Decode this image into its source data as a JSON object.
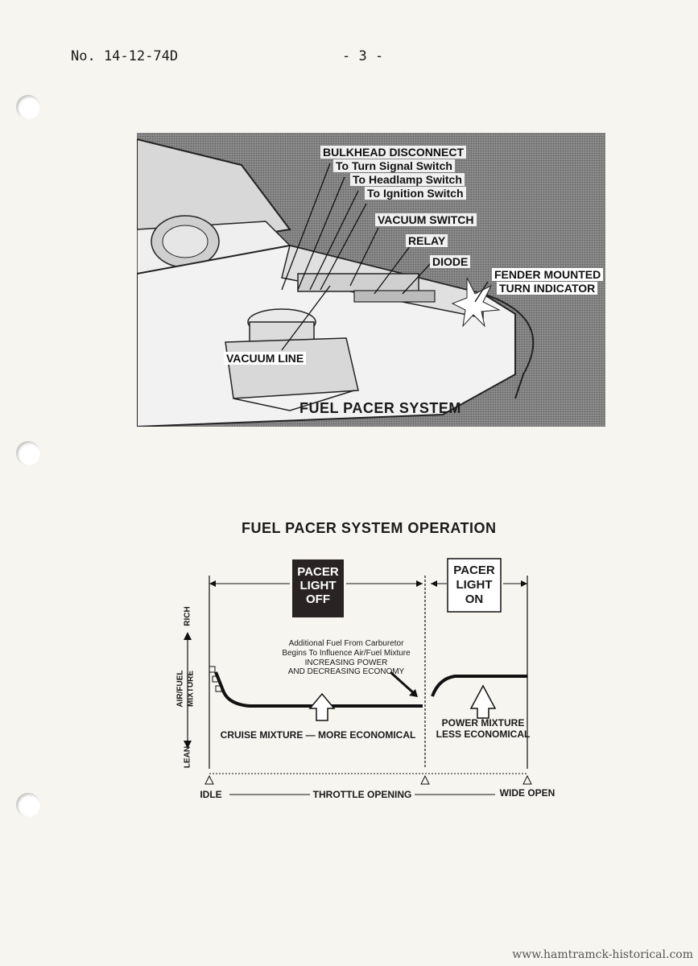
{
  "header": {
    "doc_number": "No. 14-12-74D",
    "page_number": "- 3 -"
  },
  "illustration": {
    "title": "FUEL PACER SYSTEM",
    "callouts": {
      "bulkhead": "BULKHEAD DISCONNECT",
      "turn_signal": "To Turn Signal Switch",
      "headlamp": "To Headlamp Switch",
      "ignition": "To Ignition Switch",
      "vacuum_switch": "VACUUM SWITCH",
      "relay": "RELAY",
      "diode": "DIODE",
      "fender_1": "FENDER MOUNTED",
      "fender_2": "TURN INDICATOR",
      "vacuum_line": "VACUUM LINE"
    }
  },
  "operation_chart": {
    "title": "FUEL PACER SYSTEM OPERATION",
    "off_box": [
      "PACER",
      "LIGHT",
      "OFF"
    ],
    "on_box": [
      "PACER",
      "LIGHT",
      "ON"
    ],
    "y_axis": {
      "label_1": "AIR/FUEL",
      "label_2": "MIXTURE",
      "top": "RICH",
      "bottom": "LEAN"
    },
    "annotation": [
      "Additional Fuel From Carburetor",
      "Begins To Influence Air/Fuel Mixture",
      "INCREASING POWER",
      "AND DECREASING ECONOMY"
    ],
    "cruise_label": "CRUISE MIXTURE — MORE ECONOMICAL",
    "power_label_1": "POWER MIXTURE",
    "power_label_2": "LESS ECONOMICAL",
    "x_axis": {
      "left": "IDLE",
      "center": "THROTTLE OPENING",
      "right": "WIDE OPEN"
    }
  },
  "footer": {
    "watermark": "www.hamtramck-historical.com"
  }
}
